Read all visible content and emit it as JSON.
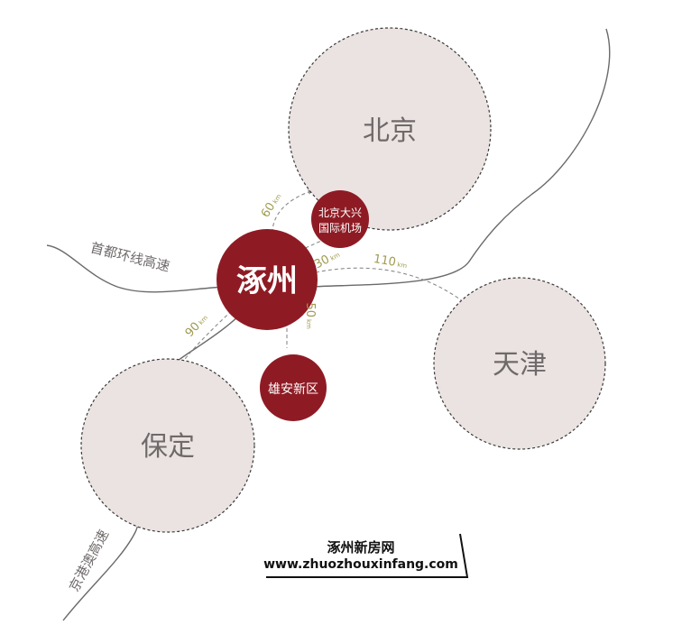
{
  "cities": {
    "beijing": "北京",
    "tianjin": "天津",
    "baoding": "保定"
  },
  "hub": {
    "name": "涿州"
  },
  "airport": {
    "line1": "北京大兴",
    "line2": "国际机场"
  },
  "xiongan": {
    "name": "雄安新区"
  },
  "highways": {
    "capital_ring": "首都环线高速",
    "jinggang_ao": "京港澳高速"
  },
  "distances": {
    "to_beijing": {
      "value": "60",
      "unit": "km"
    },
    "to_airport": {
      "value": "30",
      "unit": "km"
    },
    "to_tianjin": {
      "value": "110",
      "unit": "km"
    },
    "to_baoding": {
      "value": "90",
      "unit": "km"
    },
    "to_xiongan": {
      "value": "50",
      "unit": "km"
    }
  },
  "watermark": {
    "title": "涿州新房网",
    "url": "www.zhuozhouxinfang.com"
  },
  "colors": {
    "city_fill": "#ebe3e1",
    "hub_fill": "#8e1b24",
    "road": "#6a6a6a",
    "distance_text": "#a09a50"
  }
}
